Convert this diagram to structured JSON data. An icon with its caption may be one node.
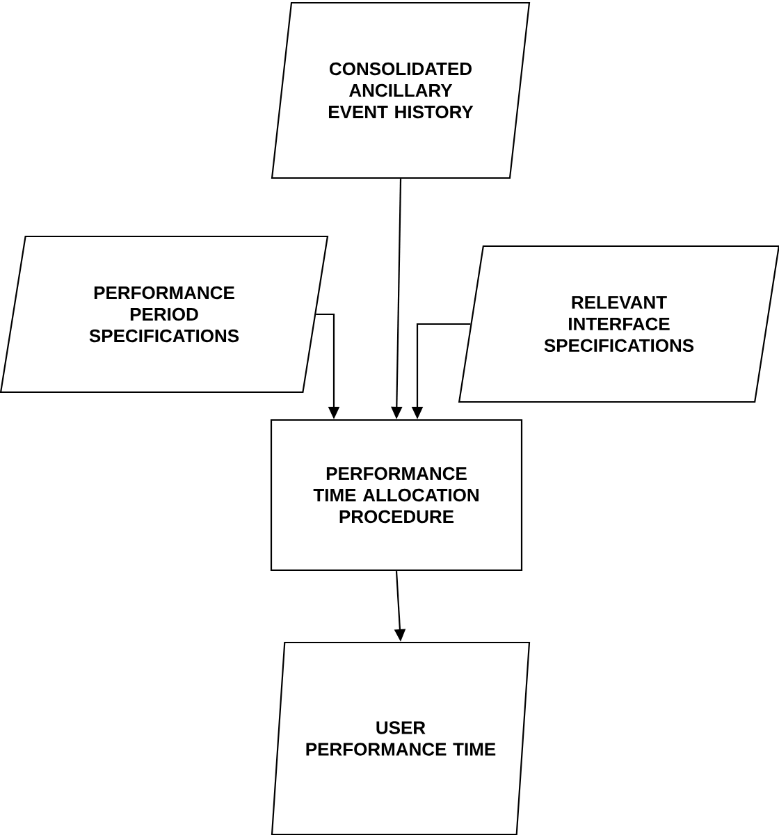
{
  "diagram": {
    "nodes": [
      {
        "text": [
          "CONSOLIDATED ANCILLARY EVENT HISTORY"
        ]
      },
      {
        "text": [
          "PERFORMANCE PERIOD SPECIFICATIONS"
        ]
      },
      {
        "text": [
          "RELEVANT INTERFACE SPECIFICATIONS"
        ]
      },
      {
        "text": [
          "PERFORMANCE TIME ALLOCATION PROCEDURE"
        ]
      },
      {
        "text": [
          "USER PERFORMANCE TIME"
        ]
      }
    ],
    "edges": [
      {
        "from": 0,
        "to": 3,
        "arrow": "to"
      },
      {
        "from": 1,
        "to": 3,
        "arrow": "to"
      },
      {
        "from": 2,
        "to": 3,
        "arrow": "to"
      },
      {
        "from": 3,
        "to": 4,
        "arrow": "to"
      }
    ]
  }
}
